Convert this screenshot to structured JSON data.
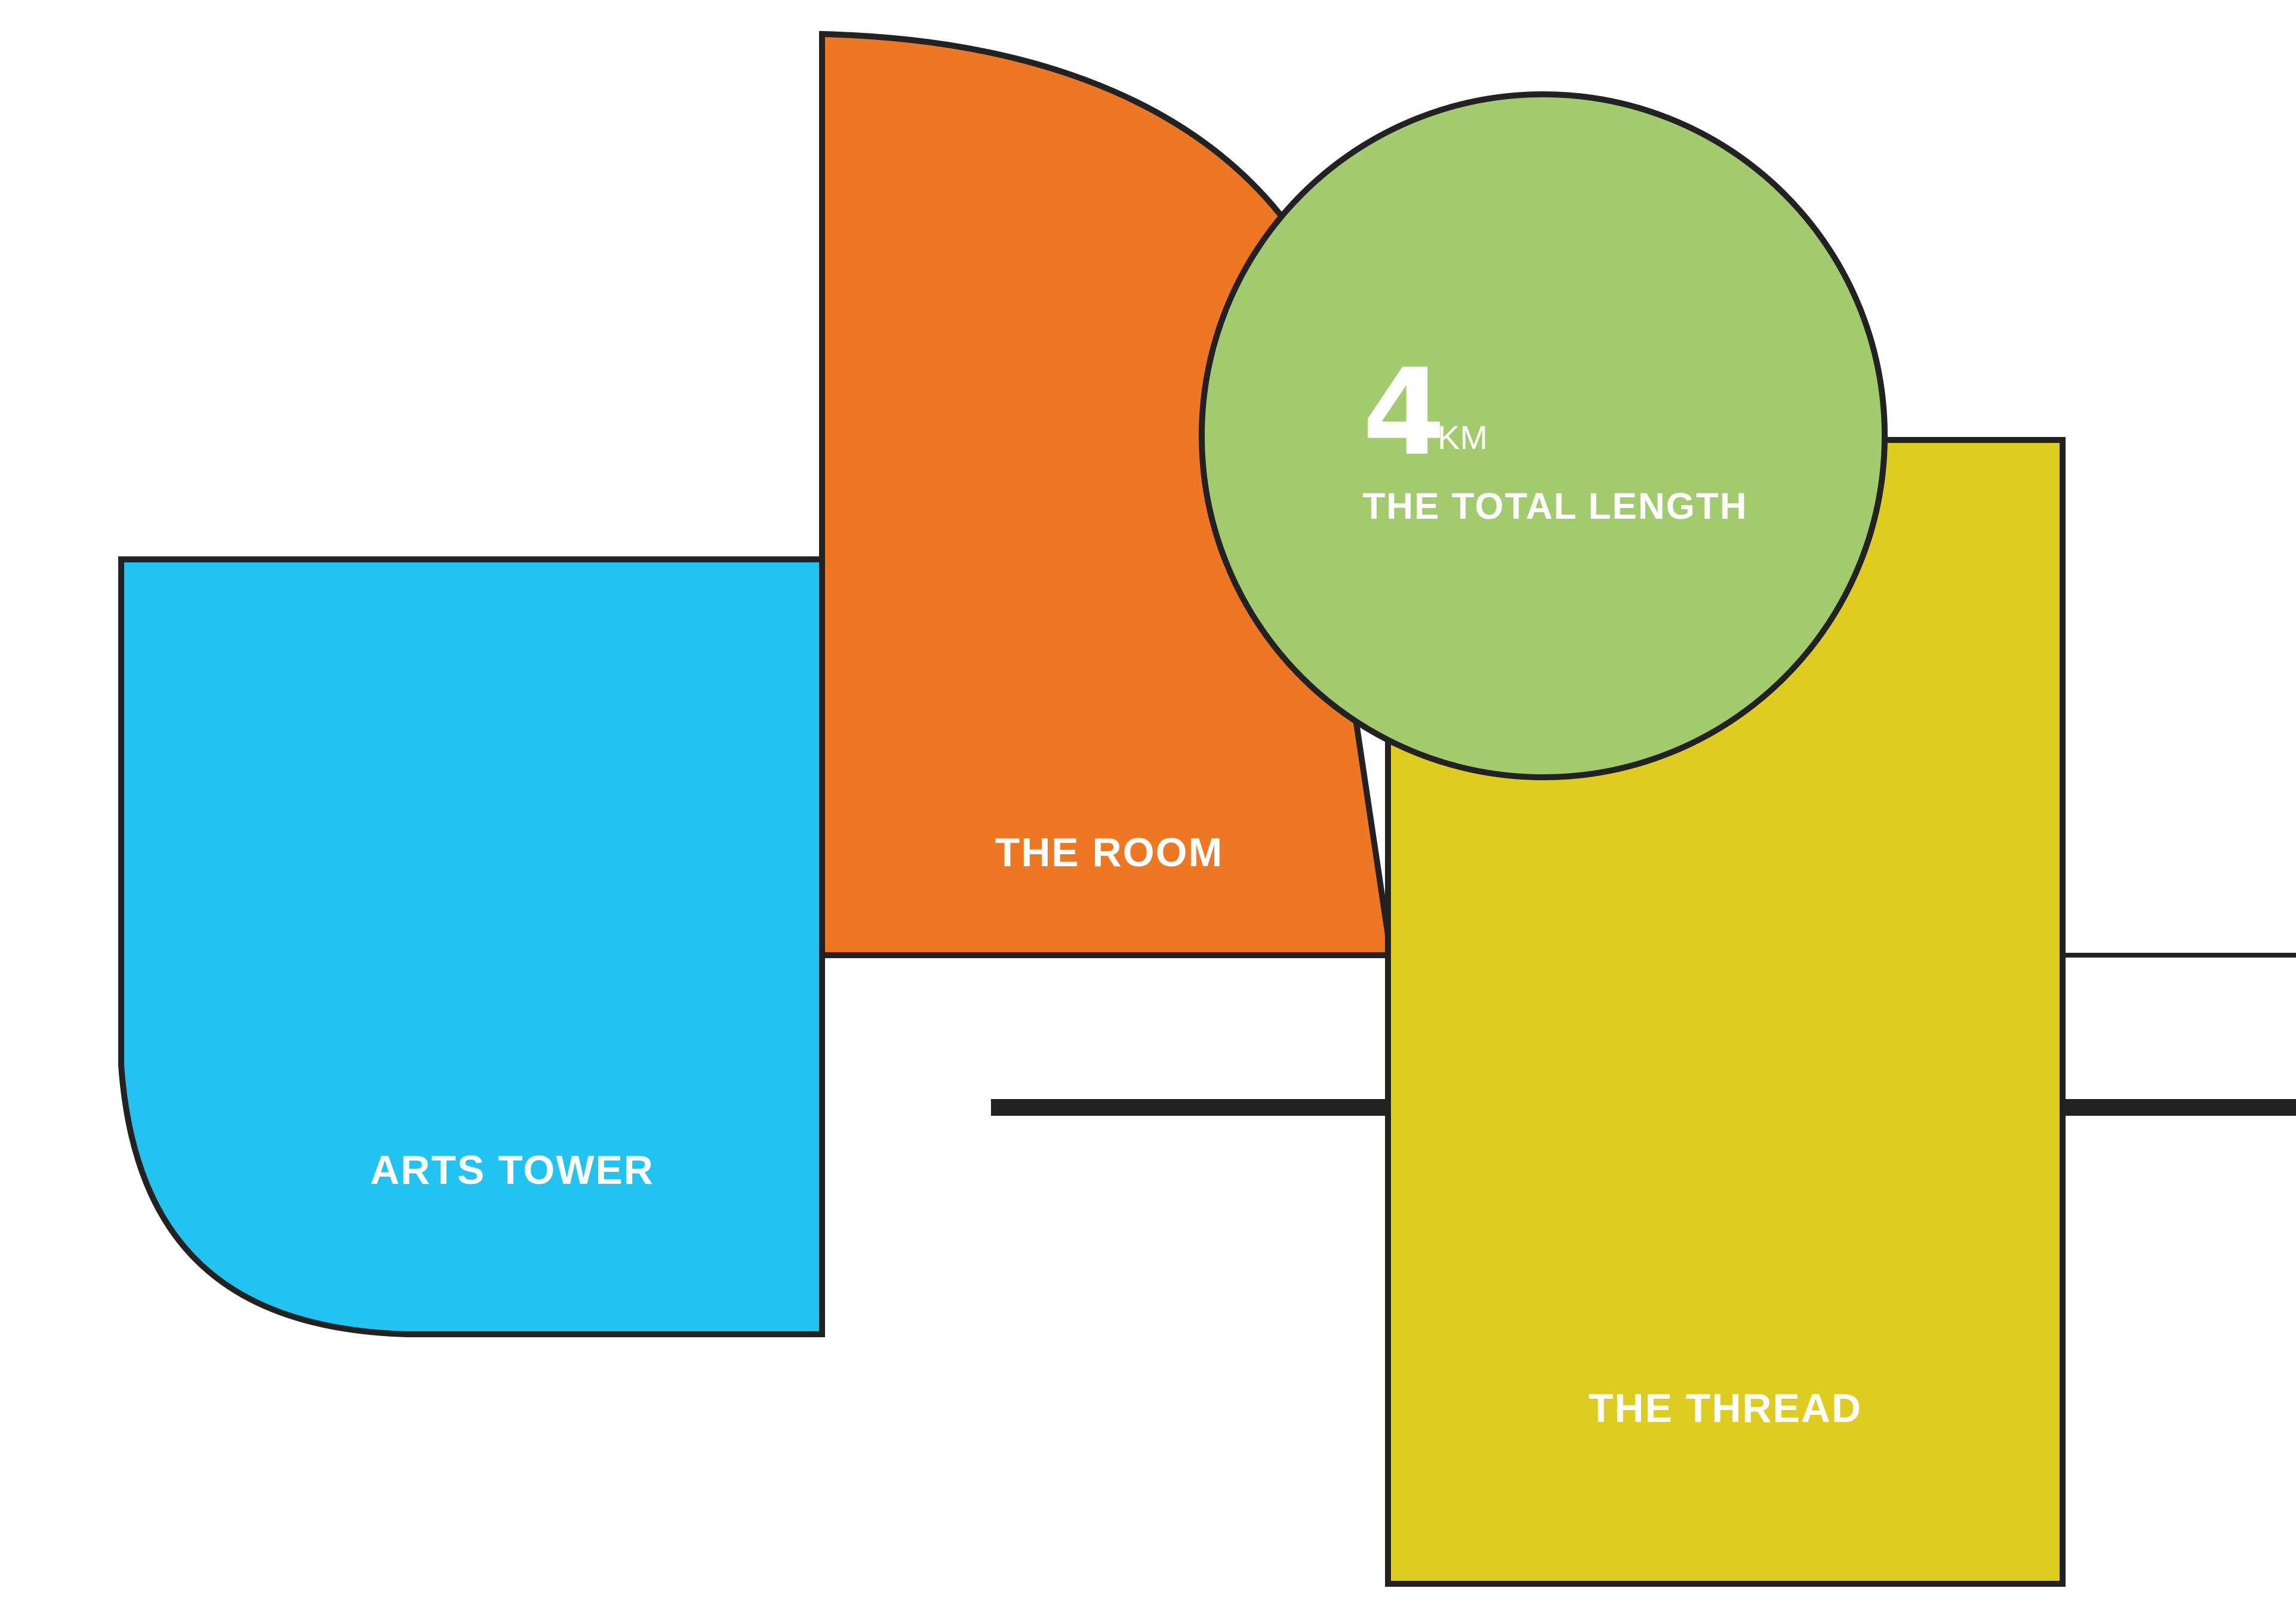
{
  "colors": {
    "arts_tower": "#22c3f1",
    "the_room": "#ee7724",
    "the_thread": "#dfcc21",
    "total_length_circle": "#a2cb6e",
    "outline": "#222222",
    "text": "#ffffff"
  },
  "blocks": {
    "arts_tower": {
      "label": "ARTS TOWER"
    },
    "the_room": {
      "label": "THE ROOM"
    },
    "the_thread": {
      "label": "THE THREAD"
    }
  },
  "total_length": {
    "value": "4",
    "unit": "KM",
    "caption": "THE TOTAL LENGTH"
  }
}
